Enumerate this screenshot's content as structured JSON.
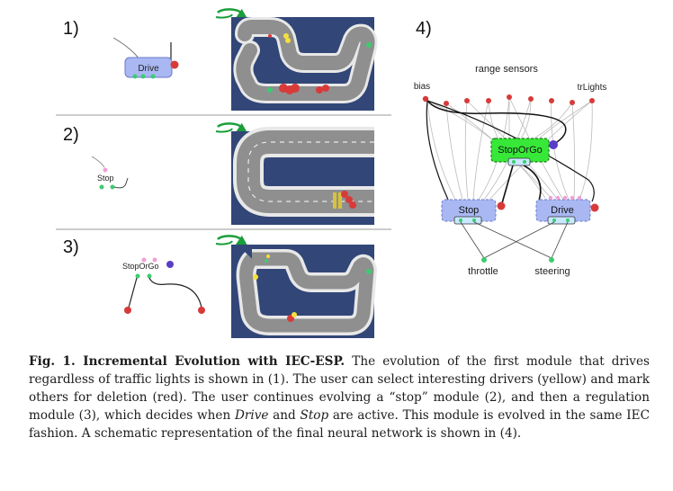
{
  "figure": {
    "panel_labels": [
      "1)",
      "2)",
      "3)",
      "4)"
    ],
    "panel1": {
      "module_label": "Drive"
    },
    "panel2": {
      "module_label": "Stop"
    },
    "panel3": {
      "module_label": "StopOrGo"
    },
    "panel4": {
      "top_labels": {
        "bias": "bias",
        "range_sensors": "range sensors",
        "trlights": "trLights"
      },
      "modules": {
        "stoporgo": "StopOrGo",
        "stop": "Stop",
        "drive": "Drive"
      },
      "outputs": {
        "throttle": "throttle",
        "steering": "steering"
      }
    },
    "colors": {
      "track_bg": "#324677",
      "road": "#8f8f8f",
      "module_blue": "#a9b8f2",
      "module_green": "#38e838",
      "arrow_green": "#1a9e3a",
      "node_red": "#d83a3a",
      "node_pink": "#f0a0d8",
      "node_green": "#3ccc70",
      "node_purple": "#5a3cc8"
    }
  },
  "caption": {
    "label": "Fig. 1. Incremental Evolution with IEC-ESP.",
    "t1": " The evolution of the first module that drives regardless of traffic lights is shown in (1). The user can select interesting drivers (yellow) and mark others for deletion (red). The user continues evolving a “stop” module (2), and then a regulation module (3), which decides when ",
    "drive": "Drive",
    "t2": " and ",
    "stop": "Stop",
    "t3": " are active. This module is evolved in the same IEC fashion. A schematic representation of the final neural network is shown in (4)."
  }
}
